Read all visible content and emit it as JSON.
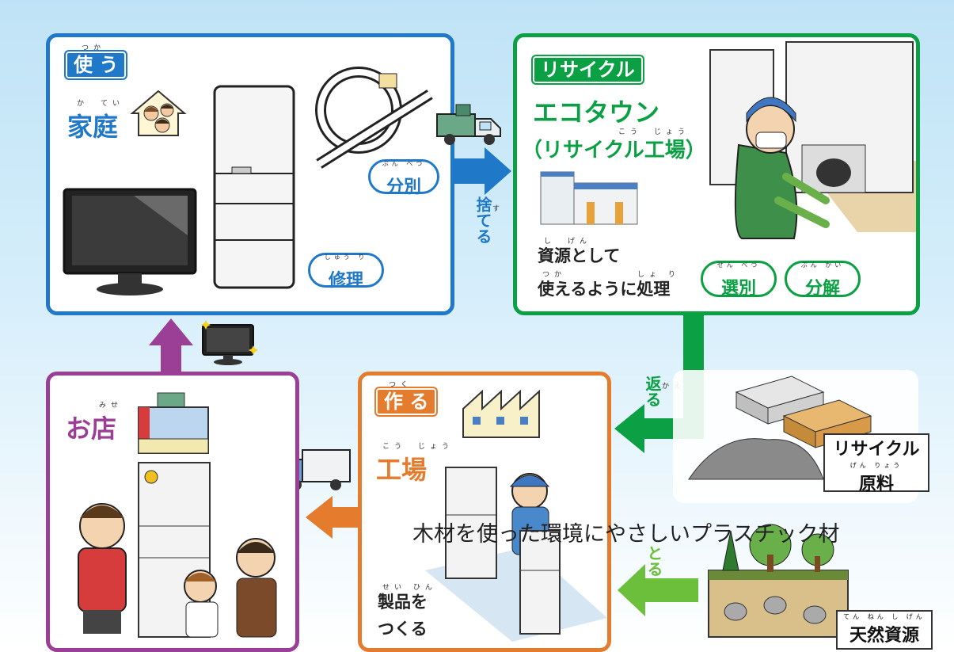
{
  "home": {
    "tag": "使 う",
    "tag_ruby": "つか",
    "title": "家庭",
    "title_ruby": "か　てい",
    "sort": "分別",
    "sort_ruby": "ぶん べつ",
    "repair": "修理",
    "repair_ruby": "しゅう り"
  },
  "recycle": {
    "tag": "リサイクル",
    "title": "エコタウン",
    "subtitle": "（リサイクル工場）",
    "subtitle_ruby": "こう　じょう",
    "desc_line1": "資源として",
    "desc_line1_ruby": "し　げん",
    "desc_line2": "使えるように処理",
    "desc_line2_ruby_a": "つか",
    "desc_line2_ruby_b": "しょ り",
    "select": "選別",
    "select_ruby": "せん べつ",
    "dismantle": "分解",
    "dismantle_ruby": "ぶん かい"
  },
  "arrows": {
    "discard": "捨てる",
    "discard_ruby": "す",
    "return": "返る",
    "return_ruby": "かえ",
    "take": "とる"
  },
  "material": {
    "label_line1": "リサイクル",
    "label_line2": "原料",
    "label_ruby": "げん りょう"
  },
  "nature": {
    "label": "天然資源",
    "label_ruby": "てん ねん し げん"
  },
  "factory": {
    "tag": "作 る",
    "tag_ruby": "つく",
    "title": "工場",
    "title_ruby": "こう　じょう",
    "desc_line1": "製品を",
    "desc_line1_ruby": "せい ひん",
    "desc_line2": "つくる"
  },
  "shop": {
    "title": "お店",
    "title_ruby": "みせ"
  },
  "overlay_caption": "木材を使った環境にやさしいプラスチック材",
  "colors": {
    "home": "#1f78c8",
    "recycle": "#0aa043",
    "shop": "#9a3f95",
    "factory": "#e47b2d",
    "take_arrow": "#6cbf3a"
  }
}
